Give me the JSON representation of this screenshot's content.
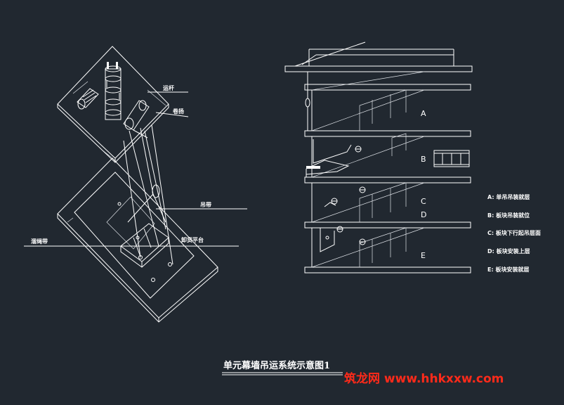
{
  "left_view": {
    "labels": {
      "tie_bar": "运杆",
      "winch": "卷扬",
      "sling": "吊带",
      "guide_rope": "溜绳带",
      "platform": "卸货平台"
    }
  },
  "right_view": {
    "floor_markers": [
      "A",
      "B",
      "C",
      "D",
      "E"
    ],
    "legend": [
      "A: 单吊吊装就层",
      "B: 板块吊装就位",
      "C: 板块下行起吊层面",
      "D: 板块安装上层",
      "E: 板块安装就层"
    ]
  },
  "title": "单元幕墙吊运系统示意图1",
  "watermark": "筑龙网  www.hhkxxw.com",
  "colors": {
    "background": "#212830",
    "lines": "#ffffff",
    "watermark": "#ff2a1a"
  }
}
